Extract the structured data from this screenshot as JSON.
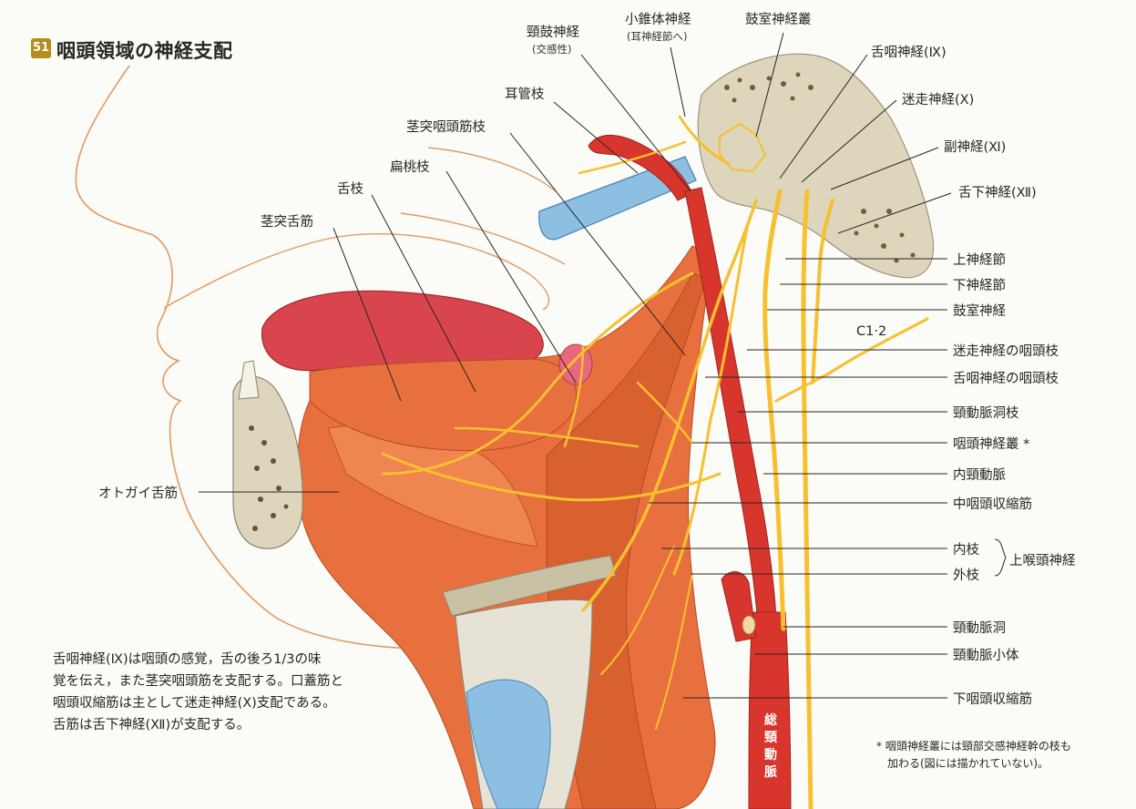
{
  "title": {
    "badge": "51",
    "text": "咽頭領域の神経支配"
  },
  "top_labels": {
    "tympanic_cord": "頸鼓神経",
    "tympanic_cord_sub": "(交感性)",
    "lesser_petrosal": "小錐体神経",
    "lesser_petrosal_sub": "(耳神経節へ)",
    "tympanic_plexus": "鼓室神経叢",
    "glossopharyngeal": "舌咽神経(Ⅸ)",
    "vagus": "迷走神経(Ⅹ)",
    "accessory": "副神経(Ⅺ)",
    "hypoglossal": "舌下神経(Ⅻ)"
  },
  "left_labels": {
    "tubal": "耳管枝",
    "stylopharyngeal": "茎突咽頭筋枝",
    "tonsillar": "扁桃枝",
    "lingual": "舌枝",
    "styloglossus": "茎突舌筋",
    "genioglossus": "オトガイ舌筋"
  },
  "right_labels": {
    "superior_ganglion": "上神経節",
    "inferior_ganglion": "下神経節",
    "tympanic_nerve": "鼓室神経",
    "c12": "C1·2",
    "vagus_pharyngeal": "迷走神経の咽頭枝",
    "glosso_pharyngeal": "舌咽神経の咽頭枝",
    "carotid_sinus_branch": "頸動脈洞枝",
    "pharyngeal_plexus": "咽頭神経叢 *",
    "internal_carotid": "内頸動脈",
    "middle_constrictor": "中咽頭収縮筋",
    "internal_branch": "内枝",
    "external_branch": "外枝",
    "superior_laryngeal": "上喉頭神経",
    "carotid_sinus": "頸動脈洞",
    "carotid_body": "頸動脈小体",
    "inferior_constrictor": "下咽頭収縮筋"
  },
  "artery_label": "総頸動脈",
  "caption_lines": [
    "舌咽神経(Ⅸ)は咽頭の感覚，舌の後ろ1/3の味",
    "覚を伝え，また茎突咽頭筋を支配する。口蓋筋と",
    "咽頭収縮筋は主として迷走神経(Ⅹ)支配である。",
    "舌筋は舌下神経(Ⅻ)が支配する。"
  ],
  "footnote_lines": [
    "* 咽頭神経叢には頸部交感神経幹の枝も",
    "加わる(図には描かれていない)。"
  ],
  "colors": {
    "muscle": "#e8703f",
    "muscle_dark": "#c4532b",
    "tongue": "#d9454c",
    "artery": "#d8352c",
    "vein": "#7fb1d8",
    "nerve": "#f6c02f",
    "bone": "#ddd6bd",
    "outline": "#e19a62",
    "badge": "#b58d1d"
  }
}
